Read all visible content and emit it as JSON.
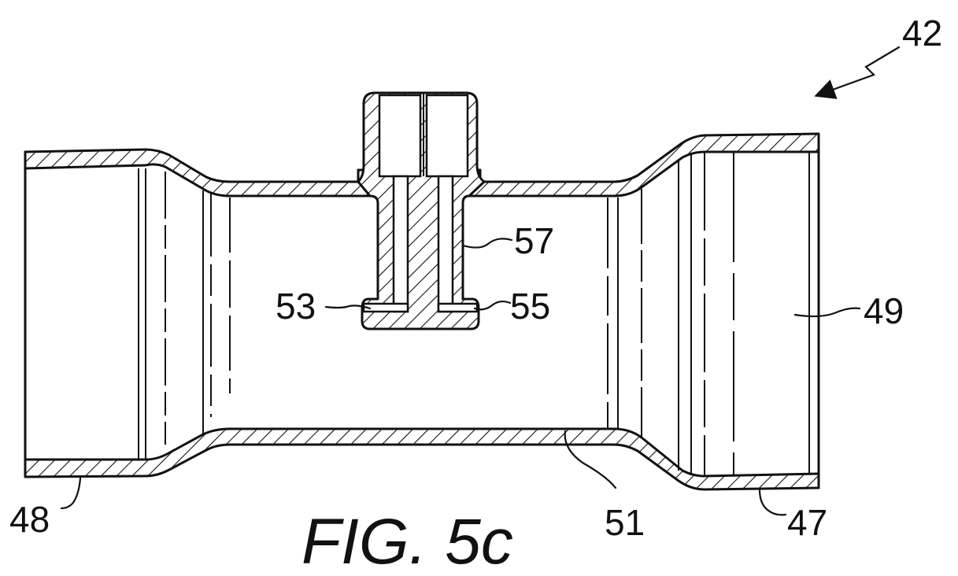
{
  "figure": {
    "caption": "FIG. 5c",
    "reference_numerals": {
      "assembly": "42",
      "outlet_end": "47",
      "inlet_end": "48",
      "outlet_bore": "49",
      "throat": "51",
      "port_left": "53",
      "port_right": "55",
      "probe": "57"
    }
  }
}
